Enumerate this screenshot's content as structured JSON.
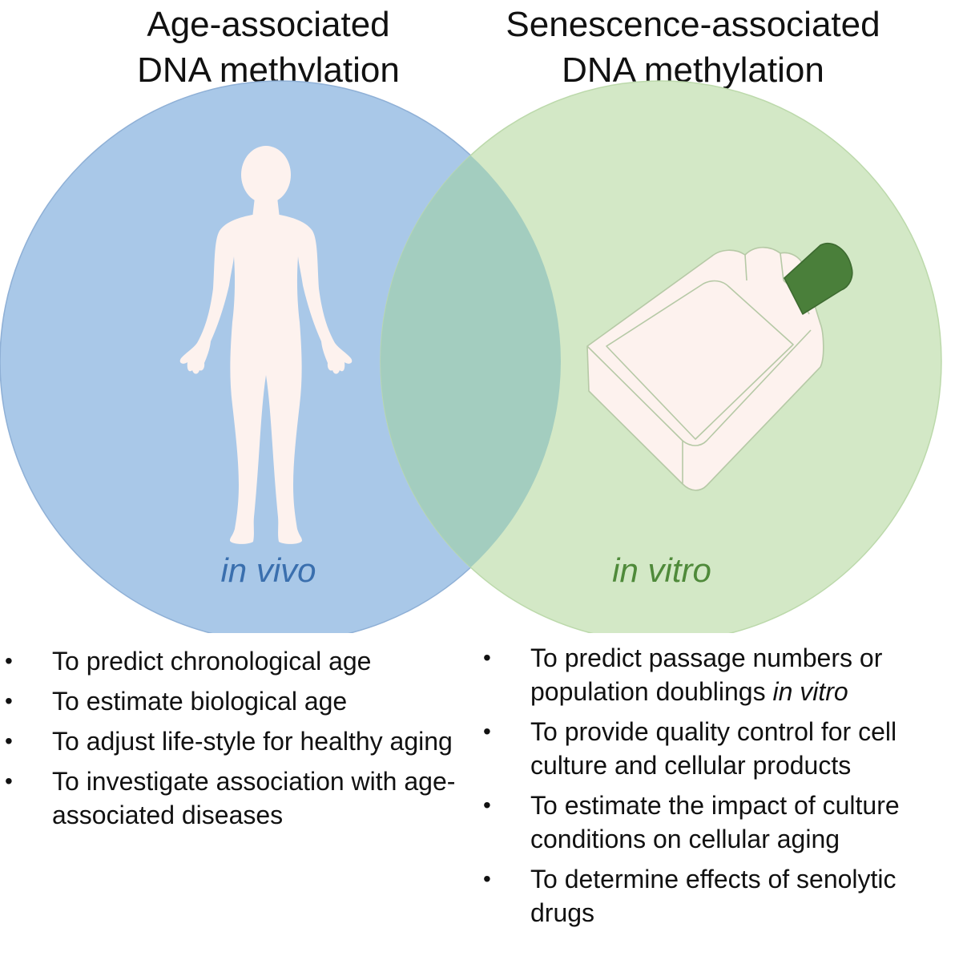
{
  "left": {
    "title_lines": [
      "Age-associated",
      "DNA methylation"
    ],
    "context_label": "in vivo",
    "illustration_icon": "human-body-icon",
    "color": "#a9c8e8",
    "label_color": "#3a6fae",
    "bullets": [
      "To predict chronological age",
      "To estimate biological age",
      "To adjust life-style for healthy aging",
      "To investigate association with age-associated diseases"
    ]
  },
  "right": {
    "title_lines": [
      "Senescence-associated",
      "DNA methylation"
    ],
    "context_label": "in vitro",
    "illustration_icon": "cell-culture-flask-icon",
    "color": "#d3e8c6",
    "label_color": "#4f8a3a",
    "cap_color": "#4a7f3a",
    "bullets": [
      {
        "text": "To predict passage numbers or population doublings ",
        "italic": "in vitro"
      },
      {
        "text": "To provide quality control for cell culture and cellular products",
        "italic": ""
      },
      {
        "text": "To estimate the impact of culture conditions on cellular aging",
        "italic": ""
      },
      {
        "text": "To determine effects of senolytic drugs",
        "italic": ""
      }
    ]
  },
  "overlap_color": "#a3cdbf",
  "silhouette_color": "#fdf2ee"
}
